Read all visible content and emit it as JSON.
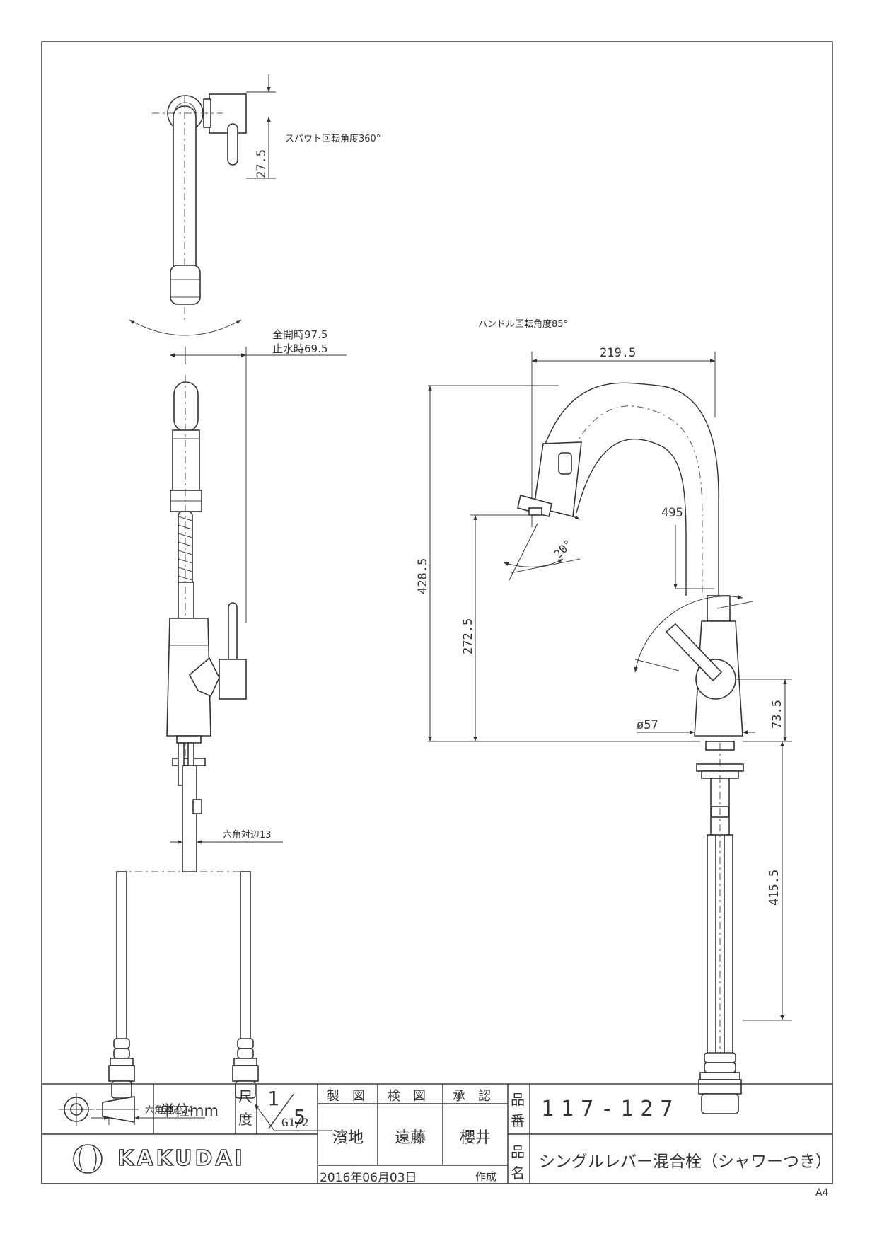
{
  "drawing": {
    "labels": {
      "spout_rotation": "スパウト回転角度360°",
      "handle_rotation": "ハンドル回転角度85°",
      "full_open": "全開時97.5",
      "water_stop": "止水時69.5",
      "hex_13": "六角対辺13",
      "hex_24": "六角対辺24",
      "thread": "G1/2"
    },
    "dimensions": {
      "d_27_5": "27.5",
      "d_219_5": "219.5",
      "d_495": "495",
      "d_20": "20°",
      "d_428_5": "428.5",
      "d_272_5": "272.5",
      "d_57": "ø57",
      "d_73_5": "73.5",
      "d_415_5": "415.5"
    }
  },
  "title_block": {
    "unit_label": "単位mm",
    "scale_label_1": "尺",
    "scale_label_2": "度",
    "scale_num": "1",
    "scale_den": "5",
    "col_seizu": "製　図",
    "col_kenzu": "検　図",
    "col_shonin": "承　認",
    "name_seizu": "濱地",
    "name_kenzu": "遠藤",
    "name_shonin": "櫻井",
    "hinban_1": "品",
    "hinban_2": "番",
    "hinmei_1": "品",
    "hinmei_2": "名",
    "part_number": "117-127",
    "product_name": "シングルレバー混合栓（シャワーつき）",
    "date": "2016年06月03日",
    "created": "作成",
    "brand": "KAKUDAI",
    "paper_size": "A4"
  }
}
